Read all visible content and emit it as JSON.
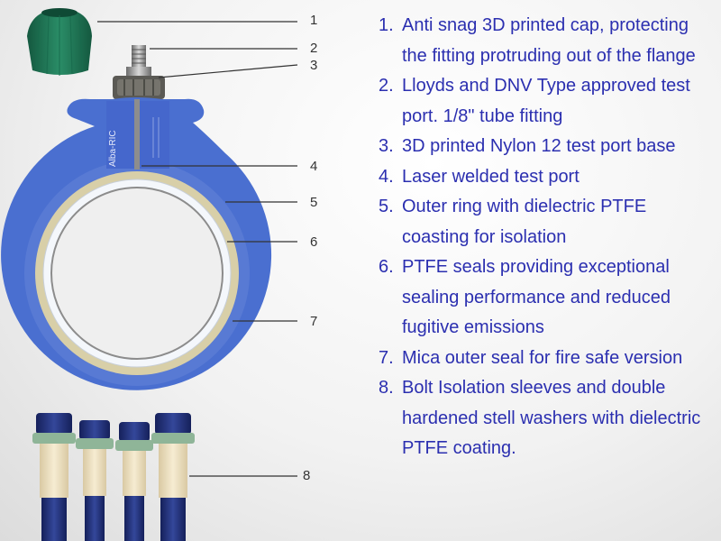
{
  "colors": {
    "flange_blue": "#4a6fd0",
    "cap_green": "#1f7a5a",
    "text_blue": "#2b2fb0",
    "ptfe_white": "#f4f7fb",
    "mica_tan": "#d8cfa8"
  },
  "diagram": {
    "logo_text": "Alba-RIC",
    "callouts": [
      "1",
      "2",
      "3",
      "4",
      "5",
      "6",
      "7",
      "8"
    ]
  },
  "legend": {
    "items": [
      {
        "num": "1.",
        "text": "Anti snag 3D printed cap, protecting the fitting protruding out of the flange"
      },
      {
        "num": "2.",
        "text": "Lloyds and DNV Type approved test port. 1/8\" tube fitting"
      },
      {
        "num": "3.",
        "text": "3D printed Nylon 12 test port base"
      },
      {
        "num": "4.",
        "text": "Laser welded test port"
      },
      {
        "num": "5.",
        "text": "Outer ring with dielectric PTFE coasting for isolation"
      },
      {
        "num": "6.",
        "text": "PTFE seals providing exceptional sealing performance and reduced fugitive emissions"
      },
      {
        "num": "7.",
        "text": "Mica outer seal for fire safe version"
      },
      {
        "num": "8.",
        "text": "Bolt Isolation sleeves and double hardened stell washers with dielectric PTFE coating."
      }
    ]
  }
}
